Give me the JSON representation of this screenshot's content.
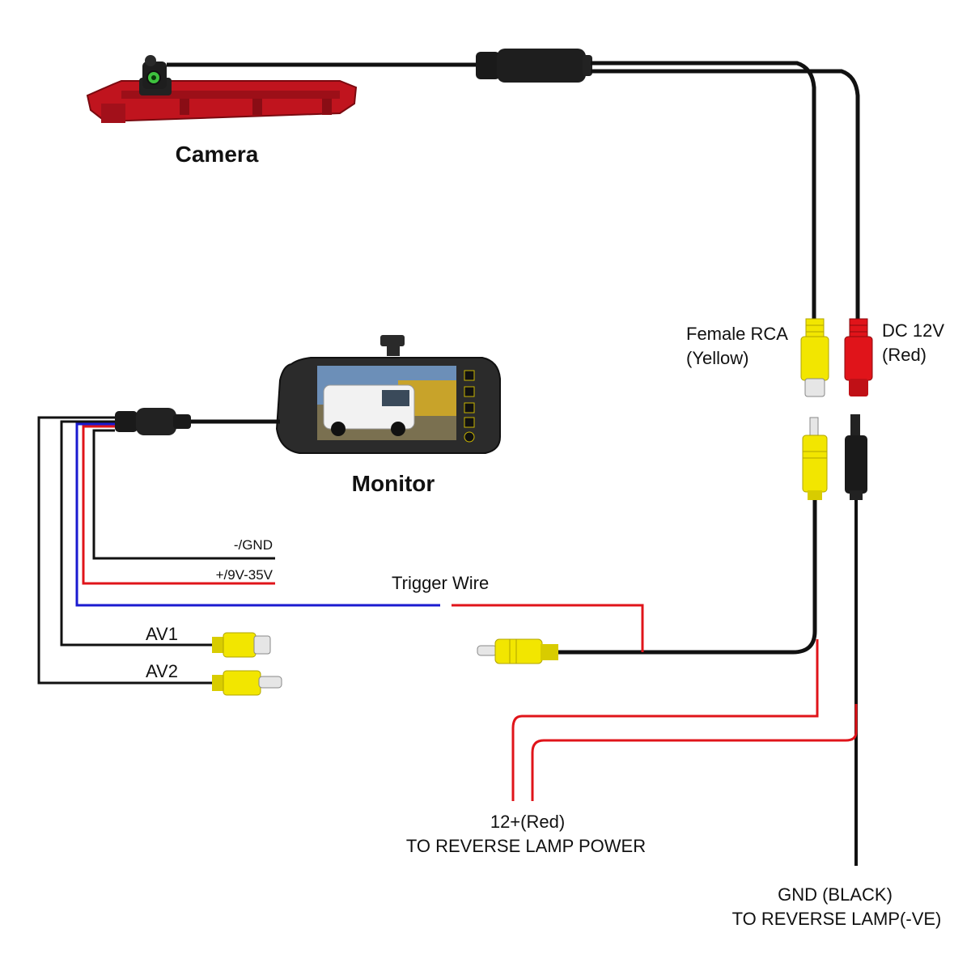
{
  "components": {
    "camera_label": "Camera",
    "monitor_label": "Monitor"
  },
  "camera_connectors": {
    "rca_line1": "Female RCA",
    "rca_line2": "(Yellow)",
    "dc_line1": "DC 12V",
    "dc_line2": "(Red)"
  },
  "monitor_wires": {
    "gnd": "-/GND",
    "power": "+/9V-35V",
    "trigger": "Trigger Wire",
    "av1": "AV1",
    "av2": "AV2"
  },
  "power_notes": {
    "red_line1": "12+(Red)",
    "red_line2": "TO REVERSE LAMP POWER",
    "black_line1": "GND (BLACK)",
    "black_line2": "TO REVERSE LAMP(-VE)"
  },
  "colors": {
    "black_wire": "#111111",
    "red_wire": "#e0141a",
    "blue_wire": "#1a1ad0",
    "rca_yellow": "#f2e600",
    "camera_red": "#c0141e"
  }
}
